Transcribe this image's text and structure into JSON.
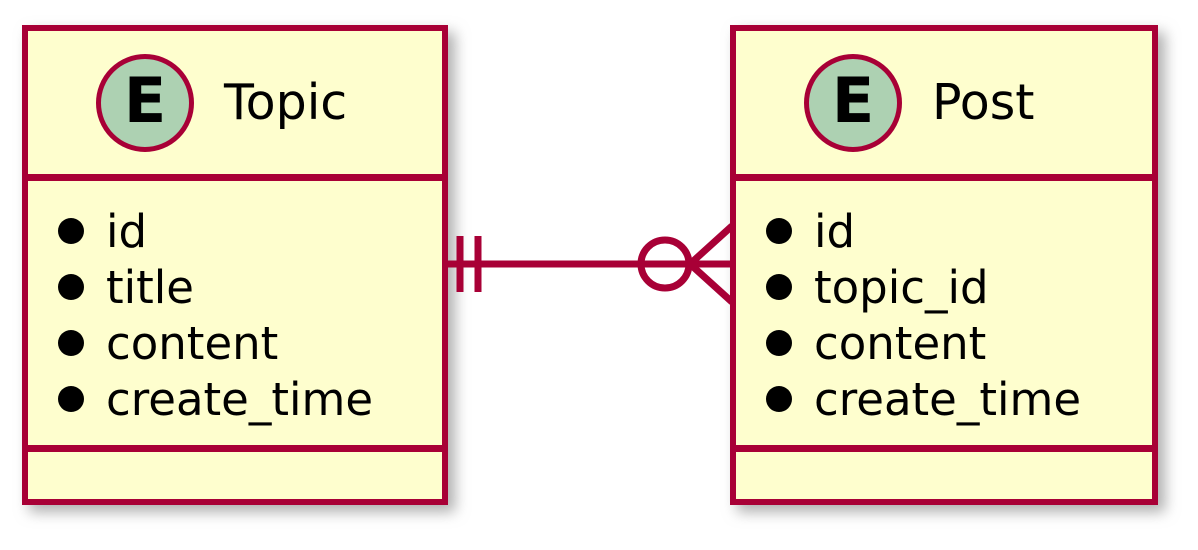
{
  "diagram": {
    "type": "er-diagram",
    "notation": "crows-foot",
    "background_color": "#FFFFFF",
    "entity_border_color": "#A80036",
    "entity_fill_color": "#FEFECE",
    "badge_fill_color": "#ADD1B2",
    "text_color": "#000000"
  },
  "entities": [
    {
      "name": "Topic",
      "badge_letter": "E",
      "badge_icon": "entity-badge-icon",
      "attributes": [
        {
          "name": "id",
          "bullet": "filled-circle-icon"
        },
        {
          "name": "title",
          "bullet": "filled-circle-icon"
        },
        {
          "name": "content",
          "bullet": "filled-circle-icon"
        },
        {
          "name": "create_time",
          "bullet": "filled-circle-icon"
        }
      ]
    },
    {
      "name": "Post",
      "badge_letter": "E",
      "badge_icon": "entity-badge-icon",
      "attributes": [
        {
          "name": "id",
          "bullet": "filled-circle-icon"
        },
        {
          "name": "topic_id",
          "bullet": "filled-circle-icon"
        },
        {
          "name": "content",
          "bullet": "filled-circle-icon"
        },
        {
          "name": "create_time",
          "bullet": "filled-circle-icon"
        }
      ]
    }
  ],
  "relationship": {
    "from": "Topic",
    "to": "Post",
    "line_color": "#A80036",
    "source_cardinality": "exactly-one",
    "source_symbol": "double-tick-icon",
    "target_cardinality": "zero-or-many",
    "target_symbol": "circle-crows-foot-icon"
  }
}
